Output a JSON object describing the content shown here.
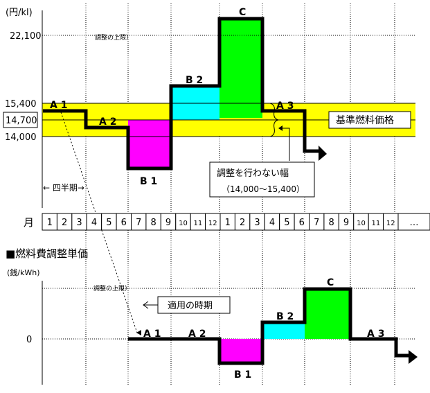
{
  "top": {
    "unit": "(円/kl)",
    "ticks": [
      "22,100",
      "15,400",
      "14,700",
      "14,000"
    ],
    "upper_limit": "調整の上限）",
    "quarter": "←  四半期→",
    "labels": {
      "A1": "A 1",
      "A2": "A 2",
      "B1": "B 1",
      "B2": "B 2",
      "C": "C",
      "A3": "A 3"
    },
    "base_price": "基準燃料価格",
    "no_adjust_line1": "調整を行わない幅",
    "no_adjust_line2": "（14,000～15,400）"
  },
  "months": {
    "label": "月",
    "cells": [
      "1",
      "2",
      "3",
      "4",
      "5",
      "6",
      "7",
      "8",
      "9",
      "10",
      "11",
      "12",
      "1",
      "2",
      "3",
      "4",
      "5",
      "6",
      "7",
      "8",
      "9",
      "10",
      "11",
      "12",
      "…"
    ]
  },
  "bottom": {
    "title": "■燃料費調整単価",
    "unit": "(銭/kWh)",
    "zero": "0",
    "upper_limit": "調整の上限）",
    "apply_period": "適用の時期",
    "labels": {
      "A1": "A 1",
      "A2": "A 2",
      "B1": "B 1",
      "B2": "B 2",
      "C": "C",
      "A3": "A 3"
    }
  },
  "colors": {
    "band": "#ffff00",
    "magenta": "#ff00ff",
    "cyan": "#00ffff",
    "green": "#00ff00"
  }
}
